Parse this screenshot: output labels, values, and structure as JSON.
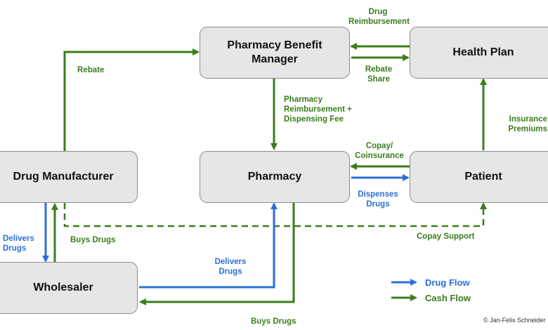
{
  "nodes": {
    "pbm": "Pharmacy Benefit Manager",
    "health_plan": "Health Plan",
    "drug_manufacturer": "Drug Manufacturer",
    "pharmacy": "Pharmacy",
    "patient": "Patient",
    "wholesaler": "Wholesaler"
  },
  "labels": {
    "drug_reimbursement": "Drug\nReimbursement",
    "rebate": "Rebate",
    "rebate_share": "Rebate\nShare",
    "pharmacy_reimbursement": "Pharmacy\nReimbursement +\nDispensing Fee",
    "copay_coinsurance": "Copay/\nCoinsurance",
    "insurance_premiums": "Insurance\nPremiums",
    "dispenses_drugs": "Dispenses\nDrugs",
    "delivers_drugs_left": "Delivers\nDrugs",
    "buys_drugs_left": "Buys Drugs",
    "copay_support": "Copay Support",
    "delivers_drugs_mid": "Delivers\nDrugs",
    "buys_drugs_bottom": "Buys Drugs"
  },
  "legend": {
    "drug_flow": "Drug Flow",
    "cash_flow": "Cash Flow"
  },
  "colors": {
    "cash": "#3a7d1c",
    "drug": "#2b6fd6"
  },
  "copyright": "© Jan-Felix Schneider"
}
